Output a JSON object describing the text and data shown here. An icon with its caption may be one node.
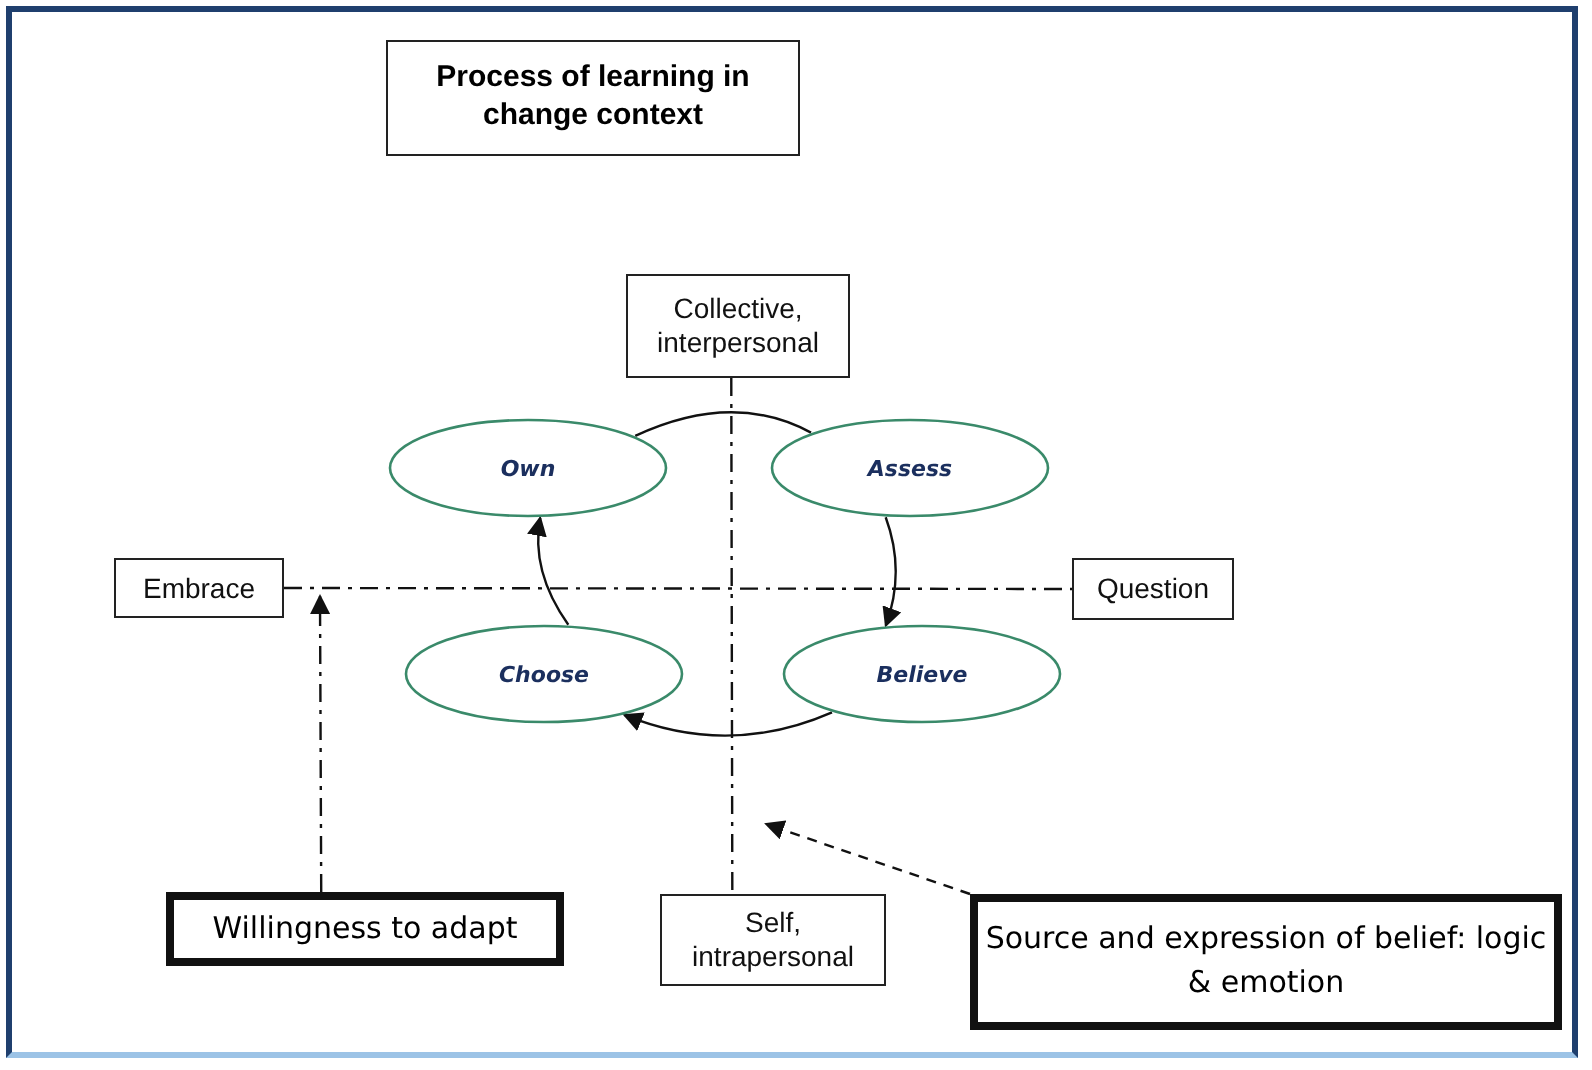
{
  "diagram": {
    "title": "Process of learning in change context",
    "nodes": [
      {
        "text": [
          "Collective, interpersonal"
        ]
      },
      {
        "text": [
          "Own"
        ]
      },
      {
        "text": [
          "Assess"
        ]
      },
      {
        "text": [
          "Embrace"
        ]
      },
      {
        "text": [
          "Question"
        ]
      },
      {
        "text": [
          "Choose"
        ]
      },
      {
        "text": [
          "Believe"
        ]
      },
      {
        "text": [
          "Willingness to adapt"
        ]
      },
      {
        "text": [
          "Self, intrapersonal"
        ]
      },
      {
        "text": [
          "Source and expression of belief: logic & emotion"
        ]
      }
    ],
    "edges": [
      {
        "from": 1,
        "to": 2,
        "arrow": "none"
      },
      {
        "from": 2,
        "to": 6,
        "arrow": "to"
      },
      {
        "from": 6,
        "to": 5,
        "arrow": "to"
      },
      {
        "from": 5,
        "to": 1,
        "arrow": "to"
      },
      {
        "from": 3,
        "to": 4,
        "arrow": "none",
        "style": "dashed"
      },
      {
        "from": 0,
        "to": 8,
        "arrow": "none",
        "style": "dashed"
      },
      {
        "from": 7,
        "to": 3,
        "arrow": "to",
        "style": "dashed"
      },
      {
        "from": 9,
        "to": null,
        "arrow": "to",
        "style": "dashed"
      }
    ]
  }
}
